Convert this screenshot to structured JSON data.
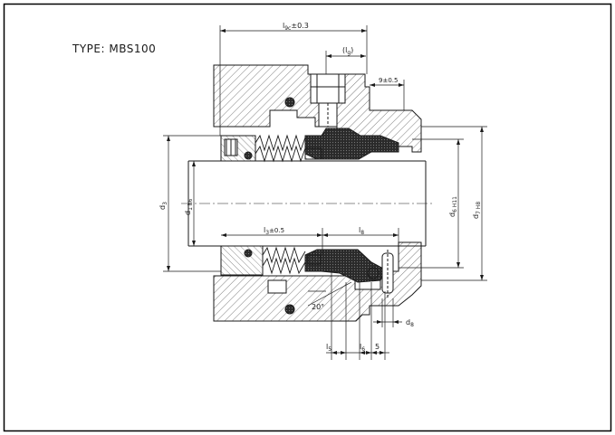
{
  "title": "TYPE: MBS100",
  "dimensions": {
    "l9c": "l",
    "l9c_sub": "9c",
    "l9c_tol": "±0.3",
    "lg": "(l",
    "lg_sub": "g",
    "lg_end": ")",
    "nine": "9±0.5",
    "d3": "d",
    "d3_sub": "3",
    "d1": "d",
    "d1_sub": "1 h6",
    "d6": "d",
    "d6_sub": "6 H11",
    "d7": "d",
    "d7_sub": "7 H8",
    "l3": "l",
    "l3_sub": "3",
    "l3_tol": "±0.5",
    "l8": "l",
    "l8_sub": "8",
    "l5": "l",
    "l5_sub": "5",
    "l6": "l",
    "l6_sub": "6",
    "five": "5",
    "d8": "d",
    "d8_sub": "8",
    "angle": "20°"
  },
  "colors": {
    "line": "#1a1a1a",
    "hatch": "#333333",
    "rubber": "#2a2a2a",
    "border": "#000000"
  }
}
